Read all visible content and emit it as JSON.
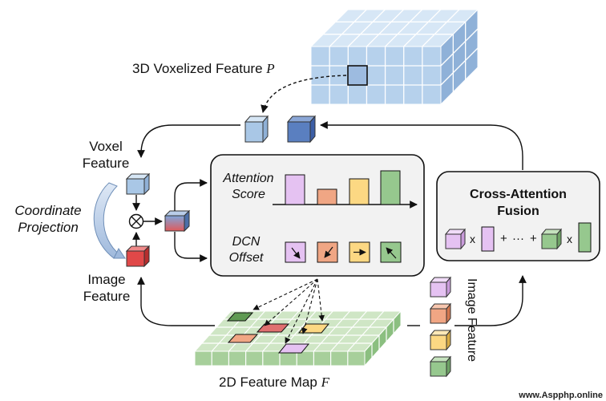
{
  "voxel_grid": {
    "label": "3D Voxelized Feature",
    "symbol": "P"
  },
  "voxel_feature": {
    "line1": "Voxel",
    "line2": "Feature"
  },
  "coordinate_projection": {
    "line1": "Coordinate",
    "line2": "Projection"
  },
  "image_feature": {
    "line1": "Image",
    "line2": "Feature"
  },
  "attention_panel": {
    "attention_score": {
      "line1": "Attention",
      "line2": "Score"
    },
    "dcn_offset": {
      "line1": "DCN",
      "line2": "Offset"
    }
  },
  "fusion": {
    "title_line1": "Cross-Attention",
    "title_line2": "Fusion",
    "formula": {
      "times1": "x",
      "plus1": "+",
      "dots": "···",
      "plus2": "+",
      "times2": "x"
    }
  },
  "feature_map": {
    "label": "2D Feature Map",
    "symbol": "F"
  },
  "image_feature_vertical": "Image Feature",
  "watermark": "www.Aspphp.online",
  "colors": {
    "voxel_blue": "#a9c7e6",
    "dark_blue": "#5a7fc0",
    "purple": "#e5c2f2",
    "orange": "#f0a684",
    "yellow": "#fcd883",
    "green": "#96c88e",
    "map_green": "#cfe6c5",
    "red": "#e04848"
  }
}
